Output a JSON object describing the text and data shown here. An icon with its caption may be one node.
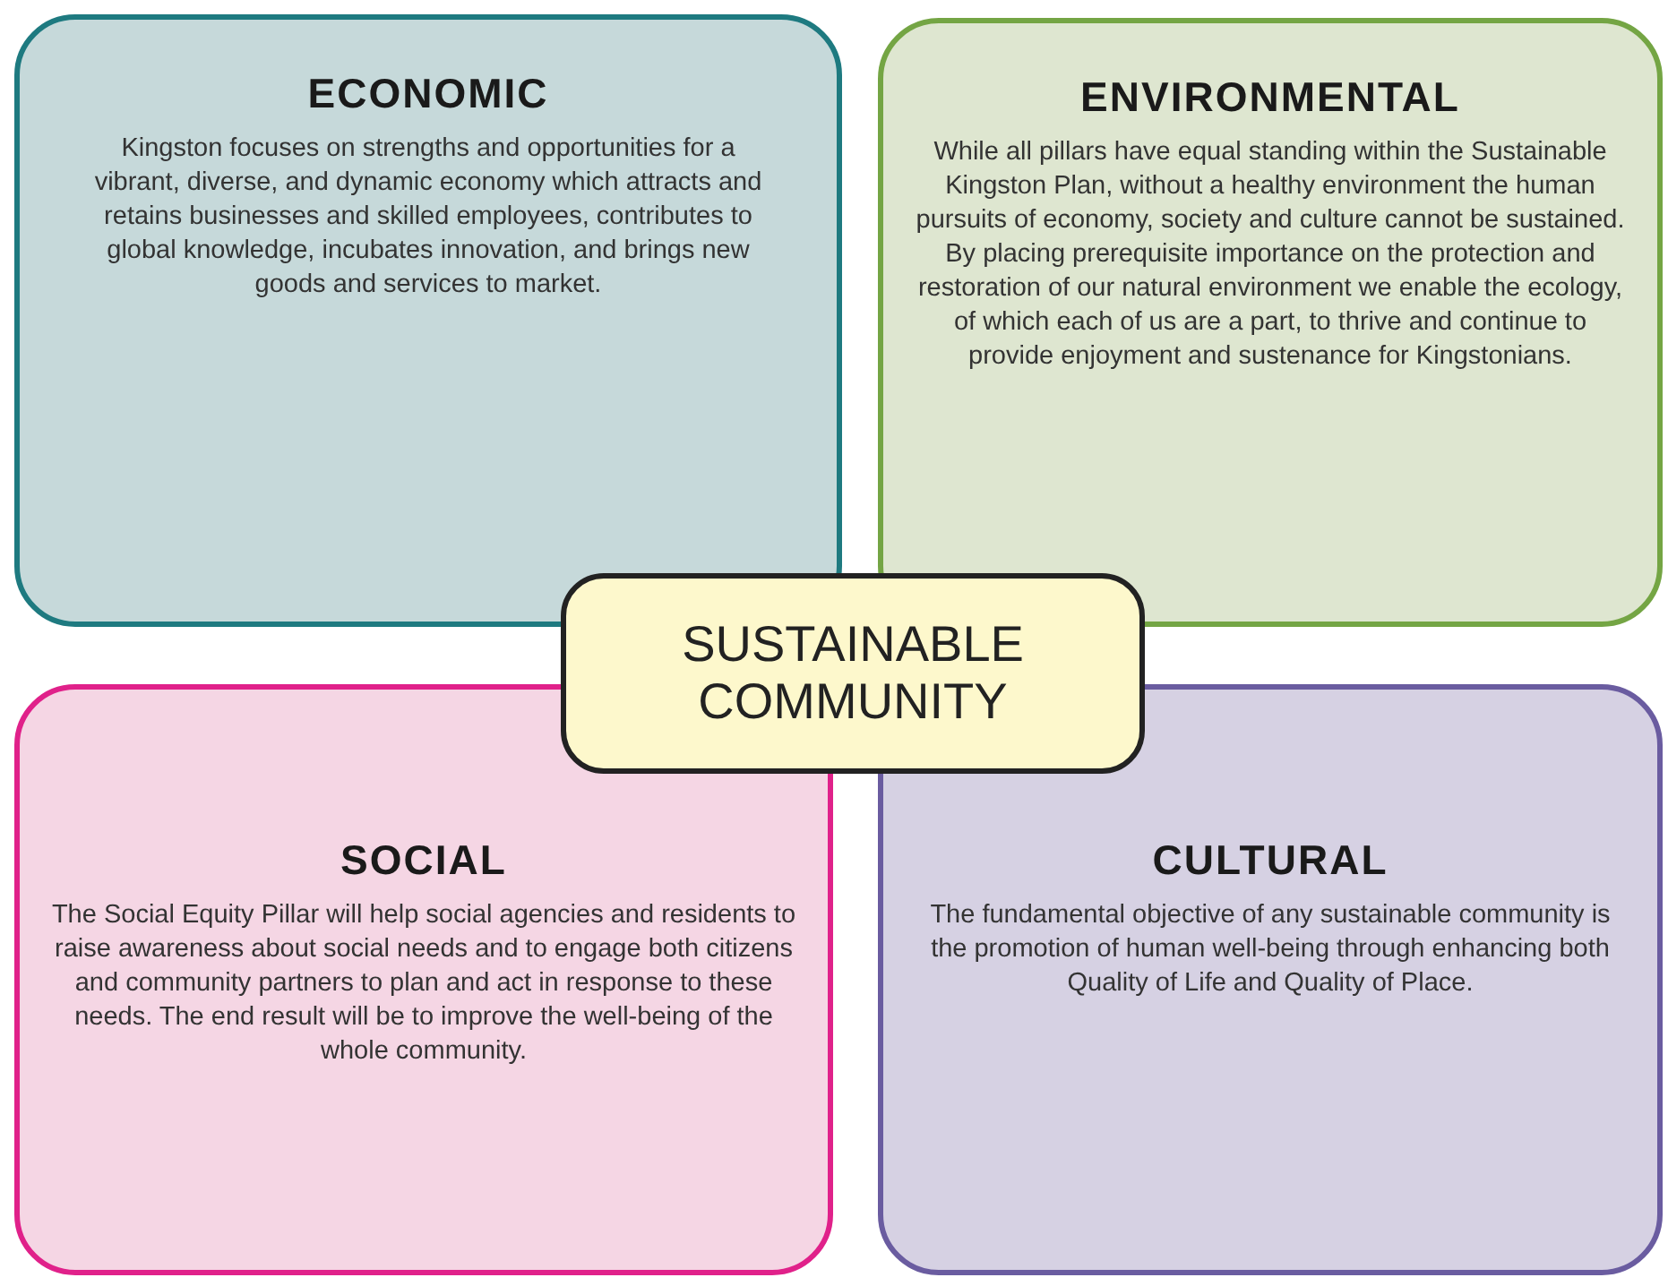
{
  "diagram": {
    "nodes": [
      {
        "text": [
          "ECONOMIC",
          "Kingston focuses on strengths and opportunities for a vibrant, diverse, and dynamic economy which attracts and retains businesses and skilled employees, contributes to global knowledge, incubates innovation, and brings new goods and services to market."
        ]
      },
      {
        "text": [
          "ENVIRONMENTAL",
          "While all pillars have equal standing within the Sustainable Kingston Plan, without a healthy environment the human pursuits of economy, society and culture cannot be sustained. By placing prerequisite importance on the protection and restoration of our natural environment we enable the ecology, of which each of us are a part, to thrive and continue to provide enjoyment and sustenance for Kingstonians."
        ]
      },
      {
        "text": [
          "SUSTAINABLE COMMUNITY"
        ]
      },
      {
        "text": [
          "SOCIAL",
          "The Social Equity Pillar will help social agencies and residents to raise awareness about social needs and to engage both citizens and community partners to plan and act in response to these needs. The end result will be to improve the well-being of the whole community."
        ]
      },
      {
        "text": [
          "CULTURAL",
          "The fundamental objective of any sustainable community is the promotion of human well-being through enhancing both Quality of Life and Quality of Place."
        ]
      }
    ]
  }
}
